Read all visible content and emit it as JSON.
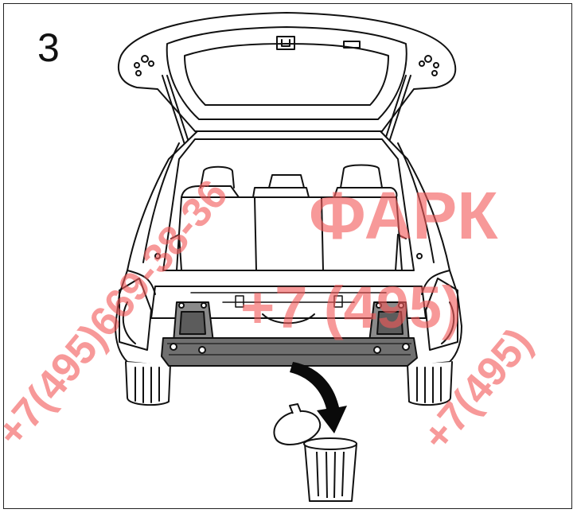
{
  "step": {
    "number": "3"
  },
  "watermark": {
    "brand": "ФАРК",
    "phone_bold": "+7 (495)",
    "phone_diagonal": "+7(495)669-38-36",
    "phone_right": "+7(495)",
    "color": "#f25a5a"
  },
  "colors": {
    "line": "#111111",
    "beam": "#707070",
    "beam_dark": "#3a3a3a",
    "arrow": "#0a0a0a"
  },
  "icons": [
    "trash-bin-icon",
    "removal-arrow-icon"
  ]
}
